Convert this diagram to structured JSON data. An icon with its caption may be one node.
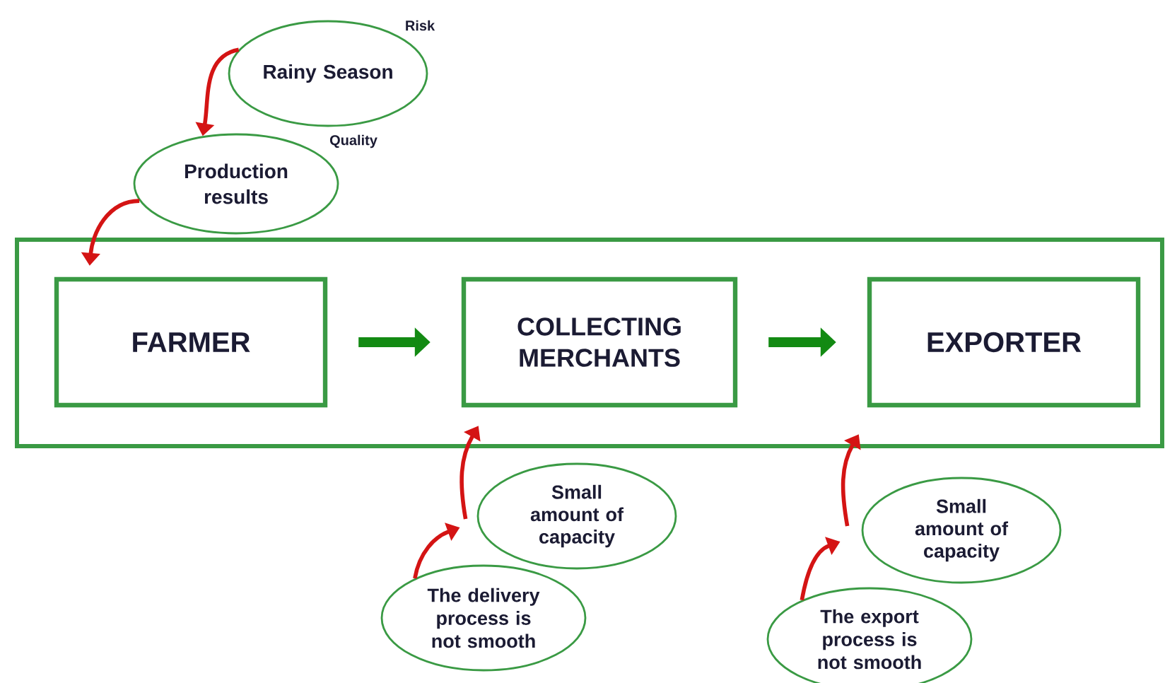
{
  "diagram": {
    "nodes": [
      {
        "text": [
          "Rainy Season"
        ],
        "beside": [
          "Risk"
        ]
      },
      {
        "text": [
          "Production results"
        ],
        "beside": [
          "Quality"
        ]
      },
      {
        "text": [],
        "shape": "box"
      },
      {
        "text": [
          "FARMER"
        ],
        "in": 2
      },
      {
        "text": [
          "COLLECTING MERCHANTS"
        ],
        "in": 2
      },
      {
        "text": [
          "EXPORTER"
        ],
        "in": 2
      },
      {
        "text": [
          "Small amount of capacity"
        ]
      },
      {
        "text": [
          "The delivery process is not smooth"
        ]
      },
      {
        "text": [
          "Small amount of capacity"
        ]
      },
      {
        "text": [
          "The export process is not smooth"
        ]
      }
    ],
    "edges": [
      {
        "from": 0,
        "to": 1,
        "arrow": "to"
      },
      {
        "from": 1,
        "to": 3,
        "arrow": "to"
      },
      {
        "from": 3,
        "to": 4,
        "arrow": "to",
        "style": "thick",
        "color": "#138a13"
      },
      {
        "from": 4,
        "to": 5,
        "arrow": "to",
        "style": "thick",
        "color": "#138a13"
      },
      {
        "from": 6,
        "to": 4,
        "arrow": "to"
      },
      {
        "from": 7,
        "to": 6,
        "arrow": "to"
      },
      {
        "from": 9,
        "to": 8,
        "arrow": "to"
      },
      {
        "from": 8,
        "to": 5,
        "arrow": "to"
      }
    ]
  }
}
